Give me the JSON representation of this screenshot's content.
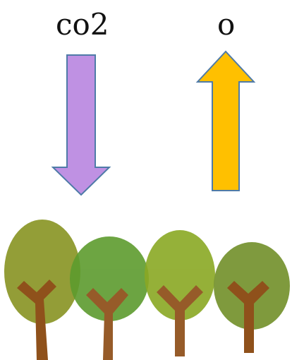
{
  "labels": {
    "left": "co2",
    "right": "o"
  },
  "arrows": {
    "left": {
      "direction": "down",
      "fill": "#BF91E3",
      "stroke": "#4F7BA8"
    },
    "right": {
      "direction": "up",
      "fill": "#FFC000",
      "stroke": "#4F7BA8"
    }
  },
  "trees": [
    {
      "crown": "#8F9A2F",
      "trunk": "#8B4A12"
    },
    {
      "crown": "#5D9B2E",
      "trunk": "#8B4A12"
    },
    {
      "crown": "#8AA823",
      "trunk": "#8B4A12"
    },
    {
      "crown": "#7A9636",
      "trunk": "#8B4A12"
    }
  ]
}
